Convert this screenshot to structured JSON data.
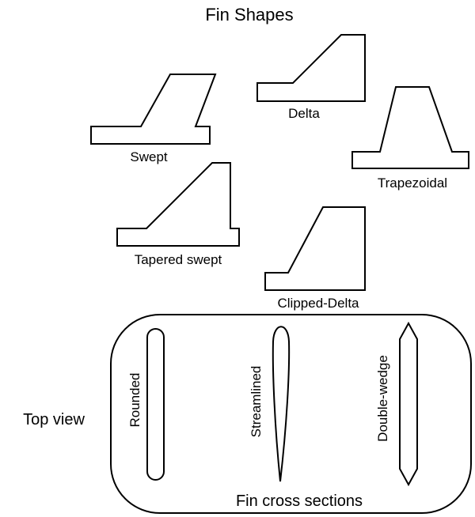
{
  "title": "Fin Shapes",
  "fins": {
    "swept": {
      "label": "Swept"
    },
    "delta": {
      "label": "Delta"
    },
    "trapezoidal": {
      "label": "Trapezoidal"
    },
    "tapered_swept": {
      "label": "Tapered swept"
    },
    "clipped_delta": {
      "label": "Clipped-Delta"
    }
  },
  "top_view_label": "Top view",
  "cross_sections": {
    "caption": "Fin cross sections",
    "rounded": {
      "label": "Rounded"
    },
    "streamlined": {
      "label": "Streamlined"
    },
    "double_wedge": {
      "label": "Double-wedge"
    }
  },
  "colors": {
    "stroke": "#000000",
    "fill": "#ffffff",
    "background": "#ffffff"
  }
}
